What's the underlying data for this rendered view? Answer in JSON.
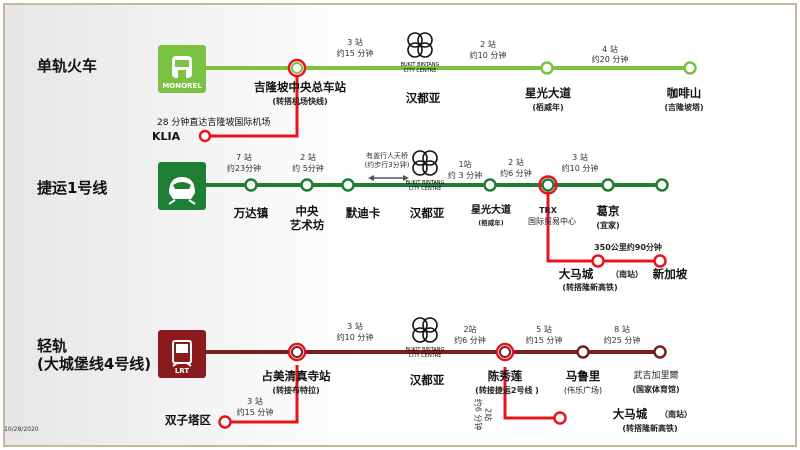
{
  "colors": {
    "monorail": "#7cc242",
    "line1": "#1e7e34",
    "lrt": "#7a1e24",
    "transfer": "#e8141c"
  },
  "monorail": {
    "title": "单轨火车",
    "logo": "MONOREL",
    "gaps": [
      {
        "stops": "3 站",
        "time": "约15 分钟"
      },
      {
        "stops": "2 站",
        "time": "约10 分钟"
      },
      {
        "stops": "4 站",
        "time": "约20 分钟"
      }
    ],
    "stations": [
      {
        "name": "吉隆坡中央总车站",
        "sub": "(转搭机场快线)"
      },
      {
        "name": "汉都亚"
      },
      {
        "name": "星光大道",
        "sub": "(栢威年)"
      },
      {
        "name": "咖啡山",
        "sub": "(吉隆坡塔)"
      }
    ],
    "branch": {
      "note": "28 分钟直达吉隆坡国际机场",
      "name": "KLIA"
    }
  },
  "hub": {
    "line1": "BUKIT BINTANG",
    "line2": "CITY CENTRE"
  },
  "line1": {
    "title": "捷运1号线",
    "gaps": [
      {
        "stops": "7 站",
        "time": "约23分钟"
      },
      {
        "stops": "2 站",
        "time": "约 5分钟"
      },
      {
        "stops": "有盖行人天桥",
        "time": "(约步行3分钟)"
      },
      {
        "stops": "1站",
        "time": "约 3 分钟"
      },
      {
        "stops": "2 站",
        "time": "约6 分钟"
      },
      {
        "stops": "3 站",
        "time": "约10 分钟"
      }
    ],
    "stations": [
      {
        "name": "万达镇"
      },
      {
        "name": "中央",
        "sub": "艺术坊"
      },
      {
        "name": "默迪卡"
      },
      {
        "name": "汉都亚"
      },
      {
        "name": "星光大道",
        "sub": "(栢威年)"
      },
      {
        "name": "TRX",
        "sub": "国际贸易中心"
      },
      {
        "name": "葛京",
        "sub": "(宜家)"
      }
    ],
    "branch": {
      "note": "350公里约90分钟",
      "s1": "大马城",
      "s1tag": "（南站）",
      "s1sub": "(转搭隆新高铁)",
      "s2": "新加坡"
    }
  },
  "lrt": {
    "title": "轻轨",
    "title2": "(大城堡线4号线)",
    "logo": "LRT",
    "gaps": [
      {
        "stops": "3 站",
        "time": "约10 分钟"
      },
      {
        "stops": "2站",
        "time": "约6 分钟"
      },
      {
        "stops": "5 站",
        "time": "约15 分钟"
      },
      {
        "stops": "8 站",
        "time": "约25 分钟"
      }
    ],
    "stations": [
      {
        "name": "占美清真寺站",
        "sub": "(转接布特拉)"
      },
      {
        "name": "汉都亚"
      },
      {
        "name": "陈秀莲",
        "sub": "(转接捷运2号线 )"
      },
      {
        "name": "马鲁里",
        "sub": "(伟乐广场)"
      },
      {
        "name": "武吉加里爾",
        "sub": "(国家体育馆)"
      }
    ],
    "branch1": {
      "stops": "3 站",
      "time": "约15 分钟",
      "name": "双子塔区"
    },
    "branch2": {
      "stops": "2站",
      "time": "约6 分钟",
      "name": "大马城",
      "tag": "（南站）",
      "sub": "(转搭隆新高铁)"
    }
  },
  "date": "10/28/2020"
}
